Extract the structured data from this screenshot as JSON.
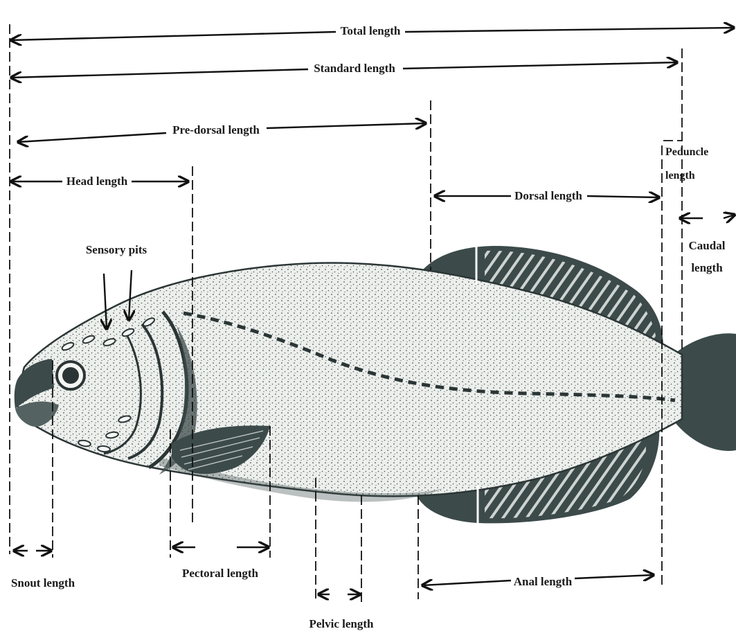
{
  "diagram": {
    "labels": {
      "total_length": "Total length",
      "standard_length": "Standard  length",
      "pre_dorsal_length": "Pre-dorsal length",
      "head_length": "Head length",
      "dorsal_length": "Dorsal length",
      "peduncle_length_1": "Peduncle",
      "peduncle_length_2": "length",
      "caudal_length_1": "Caudal",
      "caudal_length_2": "length",
      "sensory_pits": "Sensory pits",
      "snout_length": "Snout  length",
      "pectoral_length": "Pectoral length",
      "pelvic_length": "Pelvic length",
      "anal_length": "Anal length"
    },
    "colors": {
      "fin": "#3c4a4a",
      "body": "#ecefec",
      "ink": "#111111"
    }
  }
}
